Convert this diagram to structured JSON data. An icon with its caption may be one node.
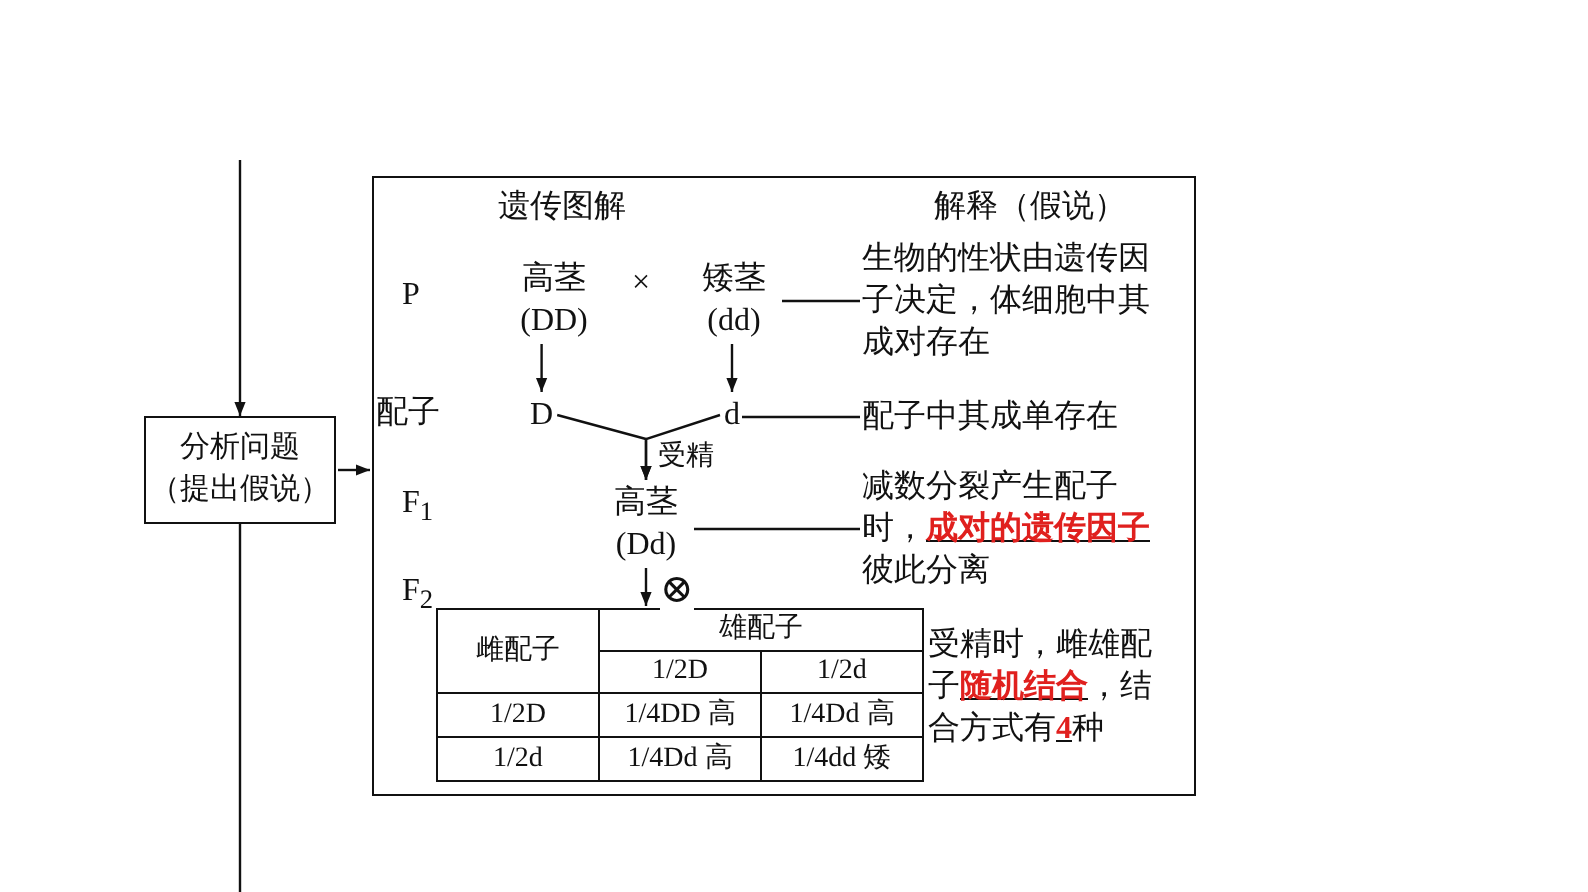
{
  "diagram": {
    "nodes": [
      {
        "text": [
          "分析问题（提出假说）"
        ]
      },
      {
        "text": [
          "遗传图解",
          "解释（假说）"
        ]
      },
      {
        "text": [
          "高茎 (DD)"
        ],
        "in": 1
      },
      {
        "text": [
          "矮茎 (dd)"
        ],
        "in": 1
      },
      {
        "text": [
          "D"
        ],
        "in": 1
      },
      {
        "text": [
          "d"
        ],
        "in": 1
      },
      {
        "text": [
          "高茎 (Dd)"
        ],
        "in": 1
      },
      {
        "text": [
          "雌配子",
          "雄配子",
          "1/2D",
          "1/2d",
          "1/2D",
          "1/4DD 高",
          "1/4Dd 高",
          "1/2d",
          "1/4Dd 高",
          "1/4dd 矮"
        ],
        "in": 1
      },
      {
        "text": [
          "生物的性状由遗传因子决定，体细胞中其成对存在"
        ],
        "in": 1
      },
      {
        "text": [
          "配子中其成单存在"
        ],
        "in": 1
      },
      {
        "text": [
          "减数分裂产生配子时，**成对的遗传因子**彼此分离"
        ],
        "in": 1
      }
    ],
    "edges": [
      {
        "from": null,
        "to": 0,
        "arrow": "to"
      },
      {
        "from": 0,
        "to": 1,
        "arrow": "to"
      },
      {
        "from": 0,
        "to": null,
        "arrow": "none"
      },
      {
        "from": 2,
        "to": 4,
        "arrow": "to"
      },
      {
        "from": 3,
        "to": 5,
        "arrow": "to"
      },
      {
        "from": 4,
        "to": 6,
        "arrow": "to"
      },
      {
        "from": 5,
        "to": 6,
        "arrow": "to",
        "label": "受精"
      },
      {
        "from": 6,
        "to": 7,
        "arrow": "to",
        "label": "⊗"
      },
      {
        "from": 3,
        "to": 8,
        "arrow": "none"
      },
      {
        "from": 5,
        "to": 9,
        "arrow": "none"
      },
      {
        "from": 6,
        "to": 10,
        "arrow": "none"
      }
    ],
    "labels": [
      "P",
      "×",
      "配子",
      "F$_{1}$",
      "F$_{2}$",
      "受精时，雌雄配子**随机结合**，结合方式有**4**种"
    ]
  }
}
